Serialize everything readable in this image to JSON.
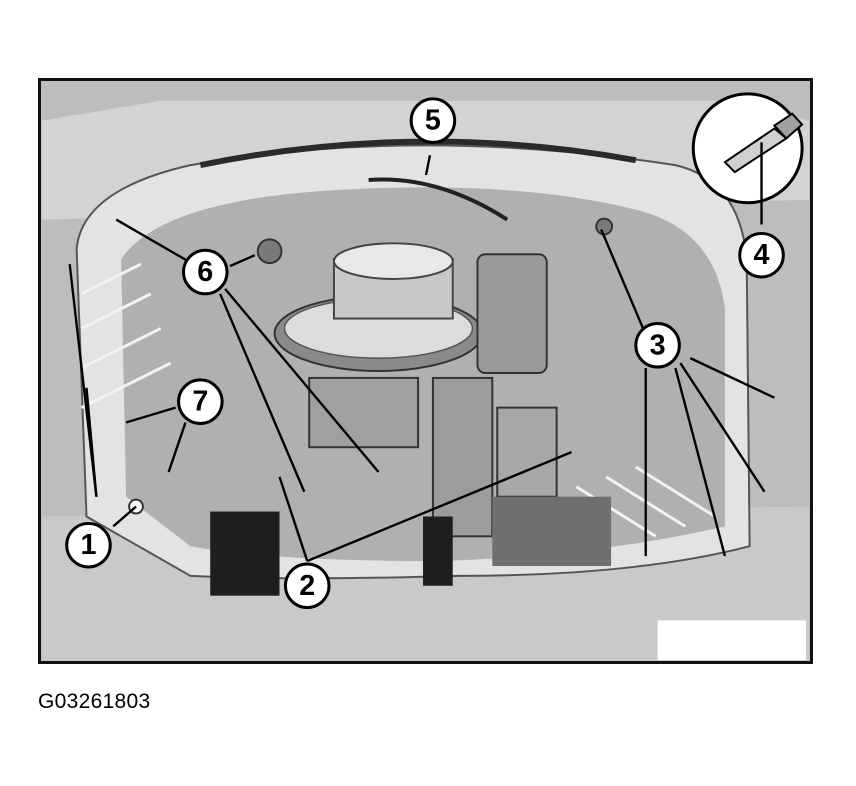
{
  "figure": {
    "code": "G03261803",
    "callouts": [
      {
        "id": "callout-1",
        "label": "1"
      },
      {
        "id": "callout-2",
        "label": "2"
      },
      {
        "id": "callout-3",
        "label": "3"
      },
      {
        "id": "callout-4",
        "label": "4"
      },
      {
        "id": "callout-5",
        "label": "5"
      },
      {
        "id": "callout-6",
        "label": "6"
      },
      {
        "id": "callout-7",
        "label": "7"
      }
    ]
  },
  "colors": {
    "background": "#bdbdbd",
    "part_light": "#e6e6e6",
    "part_mid": "#a8a8a8",
    "part_dark": "#2a2a2a",
    "outline": "#111111"
  }
}
